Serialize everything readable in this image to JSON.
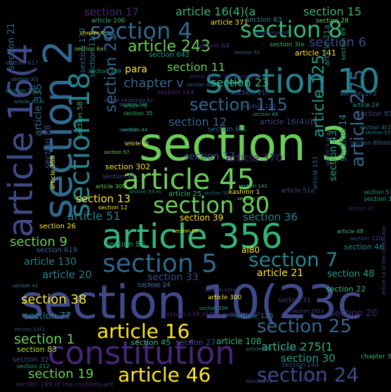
{
  "background": "#000000",
  "palette": {
    "deep_purple": "#440154",
    "indigo": "#482677",
    "slate_blue": "#3E4A89",
    "steel_blue": "#31688E",
    "teal_blue": "#26828E",
    "teal": "#1F9E89",
    "green": "#35B779",
    "light_green": "#6CCE59",
    "lime": "#B4DE2C",
    "yellow": "#FDE725"
  },
  "words": [
    {
      "text": "section 10(23c",
      "color": "#3E4A89"
    },
    {
      "text": "section 3",
      "color": "#6CCE59"
    },
    {
      "text": "article 356",
      "color": "#35B779"
    },
    {
      "text": "section 10",
      "color": "#26828E"
    },
    {
      "text": "constitution",
      "color": "#482677"
    },
    {
      "text": "article 16(4",
      "color": "#3E4A89"
    },
    {
      "text": "section 2",
      "color": "#31688E"
    },
    {
      "text": "section 4",
      "color": "#31688E"
    },
    {
      "text": "section 8",
      "color": "#35B779"
    },
    {
      "text": "section 18",
      "color": "#26828E"
    },
    {
      "text": "article 45",
      "color": "#6CCE59"
    },
    {
      "text": "section 80",
      "color": "#6CCE59"
    },
    {
      "text": "section 5",
      "color": "#31688E"
    },
    {
      "text": "section 7",
      "color": "#26828E"
    },
    {
      "text": "article 16",
      "color": "#FDE725"
    },
    {
      "text": "section 25",
      "color": "#31688E"
    },
    {
      "text": "article 46",
      "color": "#FDE725"
    },
    {
      "text": "section 24",
      "color": "#3E4A89"
    },
    {
      "text": "section 115",
      "color": "#31688E"
    },
    {
      "text": "article 275",
      "color": "#31688E"
    },
    {
      "text": "article 243",
      "color": "#6CCE59"
    },
    {
      "text": "article 16(4)(a",
      "color": "#35B779"
    },
    {
      "text": "section 15",
      "color": "#35B779"
    },
    {
      "text": "section 17",
      "color": "#482677"
    },
    {
      "text": "section 12",
      "color": "#31688E"
    },
    {
      "text": "section 38",
      "color": "#FDE725"
    },
    {
      "text": "section 1",
      "color": "#6CCE59"
    },
    {
      "text": "article 275(1",
      "color": "#35B779"
    },
    {
      "text": "section 30",
      "color": "#1F9E89"
    },
    {
      "text": "section 19",
      "color": "#6CCE59"
    },
    {
      "text": "section 23",
      "color": "#35B779"
    },
    {
      "text": "chapter v",
      "color": "#31688E"
    },
    {
      "text": "section 36",
      "color": "#26828E"
    },
    {
      "text": "article 370",
      "color": "#482677"
    },
    {
      "text": "section 37",
      "color": "#3E4A89"
    },
    {
      "text": "article 51",
      "color": "#26828E"
    },
    {
      "text": "section 13",
      "color": "#FDE725"
    },
    {
      "text": "section 9",
      "color": "#6CCE59"
    },
    {
      "text": "section 29",
      "color": "#31688E"
    },
    {
      "text": "article 125",
      "color": "#1F9E89"
    },
    {
      "text": "section 33",
      "color": "#3E4A89"
    },
    {
      "text": "article 20",
      "color": "#26828E"
    },
    {
      "text": "section 77",
      "color": "#26828E"
    },
    {
      "text": "article 21",
      "color": "#FDE725"
    },
    {
      "text": "article 130",
      "color": "#26828E"
    },
    {
      "text": "section 48",
      "color": "#1F9E89"
    },
    {
      "text": "section 20",
      "color": "#482677"
    },
    {
      "text": "article 108",
      "color": "#35B779"
    },
    {
      "text": "section 45",
      "color": "#35B779"
    },
    {
      "text": "section 27",
      "color": "#3E4A89"
    },
    {
      "text": "section 83",
      "color": "#B4DE2C"
    },
    {
      "text": "section 22",
      "color": "#35B779"
    },
    {
      "text": "article 335",
      "color": "#31688E"
    },
    {
      "text": "section 21",
      "color": "#31688E"
    },
    {
      "text": "section 11",
      "color": "#6CCE59"
    },
    {
      "text": "section 6",
      "color": "#3E4A89"
    },
    {
      "text": "section 6(1",
      "color": "#31688E"
    },
    {
      "text": "section 302",
      "color": "#FDE725"
    },
    {
      "text": "section 14",
      "color": "#26828E"
    },
    {
      "text": "section 43",
      "color": "#1F9E89"
    },
    {
      "text": "article 141",
      "color": "#FDE725"
    },
    {
      "text": "section 2(c",
      "color": "#3E4A89"
    },
    {
      "text": "para",
      "color": "#FDE725"
    },
    {
      "text": "article 16(4)(b",
      "color": "#3E4A89"
    },
    {
      "text": "section 130",
      "color": "#31688E"
    },
    {
      "text": "section 113",
      "color": "#26828E"
    },
    {
      "text": "section 64",
      "color": "#482677"
    },
    {
      "text": "section 88",
      "color": "#3E4A89"
    },
    {
      "text": "section 26",
      "color": "#FDE725"
    },
    {
      "text": "section 58",
      "color": "#35B779"
    },
    {
      "text": "section 42",
      "color": "#3E4A89"
    },
    {
      "text": "section 39",
      "color": "#FDE725"
    },
    {
      "text": "article 25",
      "color": "#35B779"
    },
    {
      "text": "section 34",
      "color": "#26828E"
    },
    {
      "text": "article 300",
      "color": "#FDE725"
    },
    {
      "text": "article 123",
      "color": "#26828E"
    },
    {
      "text": "section 31",
      "color": "#3E4A89"
    },
    {
      "text": "section 46",
      "color": "#26828E"
    },
    {
      "text": "section 85",
      "color": "#1F9E89"
    },
    {
      "text": "section 81",
      "color": "#3E4A89"
    },
    {
      "text": "section 32",
      "color": "#3E4A89"
    },
    {
      "text": "section 144",
      "color": "#3E4A89"
    },
    {
      "text": "chapter 3",
      "color": "#35B779"
    },
    {
      "text": "article 5",
      "color": "#482677"
    },
    {
      "text": "section 16",
      "color": "#1F9E89"
    },
    {
      "text": "section 220",
      "color": "#3E4A89"
    },
    {
      "text": "section 619",
      "color": "#31688E"
    },
    {
      "text": "section 642",
      "color": "#1F9E89"
    },
    {
      "text": "section 617",
      "color": "#3E4A89"
    },
    {
      "text": "section 199",
      "color": "#1F9E89"
    },
    {
      "text": "section 124",
      "color": "#482677"
    },
    {
      "text": "section 173",
      "color": "#31688E"
    },
    {
      "text": "section 100",
      "color": "#3E4A89"
    },
    {
      "text": "section 296",
      "color": "#1F9E89"
    },
    {
      "text": "section 212",
      "color": "#1F9E89"
    },
    {
      "text": "section 10(a",
      "color": "#3E4A89"
    },
    {
      "text": "section 5 of ep",
      "color": "#3E4A89"
    },
    {
      "text": "section 139 of the customs act",
      "color": "#482677"
    },
    {
      "text": "section 199 of the customs act",
      "color": "#482677"
    },
    {
      "text": "article 341 of the constitution",
      "color": "#482677"
    },
    {
      "text": "article 14 of the constitution",
      "color": "#3E4A89"
    },
    {
      "text": "article 371",
      "color": "#FDE725"
    },
    {
      "text": "article 106",
      "color": "#35B779"
    },
    {
      "text": "section 63",
      "color": "#26828E"
    },
    {
      "text": "section 28",
      "color": "#6CCE59"
    },
    {
      "text": "article 309",
      "color": "#6CCE59"
    },
    {
      "text": "article 368",
      "color": "#FDE725"
    },
    {
      "text": "article 151",
      "color": "#31688E"
    },
    {
      "text": "section 6a",
      "color": "#6CCE59"
    },
    {
      "text": "section 52",
      "color": "#31688E"
    },
    {
      "text": "section 40",
      "color": "#31688E"
    },
    {
      "text": "section 49",
      "color": "#3E4A89"
    },
    {
      "text": "section 53",
      "color": "#26828E"
    },
    {
      "text": "section 41",
      "color": "#26828E"
    },
    {
      "text": "section 54 ec",
      "color": "#26828E"
    },
    {
      "text": "section 12",
      "color": "#FDE725"
    },
    {
      "text": "section 44",
      "color": "#35B779"
    },
    {
      "text": "section 3(e",
      "color": "#35B779"
    },
    {
      "text": "section 47",
      "color": "#482677"
    },
    {
      "text": "section 69",
      "color": "#1F9E89"
    },
    {
      "text": "section 35",
      "color": "#35B779"
    },
    {
      "text": "section 50",
      "color": "#31688E"
    },
    {
      "text": "section 57",
      "color": "#6CCE59"
    },
    {
      "text": "section 4(1",
      "color": "#26828E"
    },
    {
      "text": "section 80hhb",
      "color": "#31688E"
    },
    {
      "text": "section 66",
      "color": "#1F9E89"
    },
    {
      "text": "section 225",
      "color": "#26828E"
    },
    {
      "text": "section 53a",
      "color": "#1F9E89"
    },
    {
      "text": "section 13(2",
      "color": "#1F9E89"
    },
    {
      "text": "section 3(1",
      "color": "#26828E"
    },
    {
      "text": "section 47",
      "color": "#31688E"
    },
    {
      "text": "section 2913",
      "color": "#3E4A89"
    },
    {
      "text": "section 10(2",
      "color": "#3E4A89"
    },
    {
      "text": "section 88",
      "color": "#FDE725"
    },
    {
      "text": "section 143",
      "color": "#6CCE59"
    },
    {
      "text": "section 142",
      "color": "#35B779"
    },
    {
      "text": "section 62",
      "color": "#3E4A89"
    },
    {
      "text": "article 21a",
      "color": "#26828E"
    },
    {
      "text": "article 24",
      "color": "#1F9E89"
    },
    {
      "text": "article 48",
      "color": "#35B779"
    },
    {
      "text": "article 49",
      "color": "#3E4A89"
    },
    {
      "text": "article 51a",
      "color": "#3E4A89"
    },
    {
      "text": "article 75",
      "color": "#35B779"
    },
    {
      "text": "article 82",
      "color": "#FDE725"
    },
    {
      "text": "article 262",
      "color": "#26828E"
    },
    {
      "text": "article 16(4)",
      "color": "#26828E"
    },
    {
      "text": "article 144",
      "color": "#3E4A89"
    },
    {
      "text": "article 14",
      "color": "#3E4A89"
    },
    {
      "text": "article 31",
      "color": "#482677"
    },
    {
      "text": "chapter 8",
      "color": "#FDE725"
    },
    {
      "text": "kashmir 1",
      "color": "#FDE725"
    },
    {
      "text": "kashmir",
      "color": "#26828E"
    },
    {
      "text": "al80",
      "color": "#FDE725"
    },
    {
      "text": "constitution of",
      "color": "#3E4A89"
    }
  ]
}
